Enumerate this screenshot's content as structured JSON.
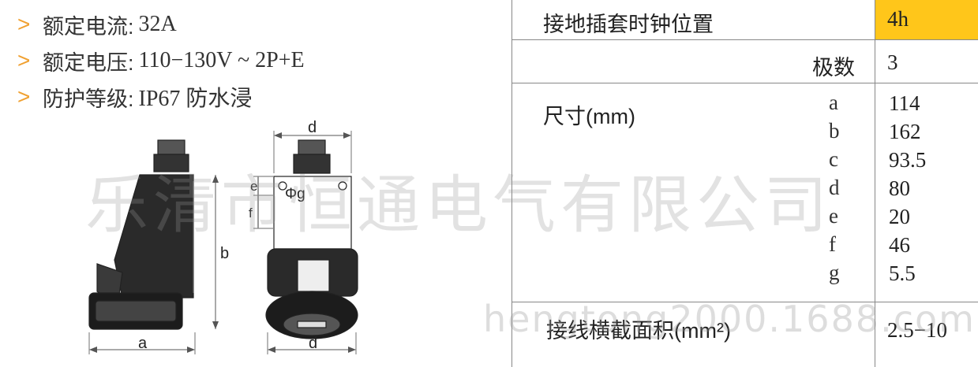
{
  "specs": [
    {
      "arrow": ">",
      "label": "额定电流:",
      "value": "32A"
    },
    {
      "arrow": ">",
      "label": "额定电压:",
      "value": "110−130V ~ 2P+E"
    },
    {
      "arrow": ">",
      "label": "防护等级:",
      "value": "IP67 防水浸"
    }
  ],
  "drawing_labels": {
    "d_top": "d",
    "phi_g": "Φg",
    "e": "e",
    "f": "f",
    "b": "b",
    "a": "a",
    "d_bottom": "d"
  },
  "table": {
    "earth_label": "接地插套时钟位置",
    "earth_value": "4h",
    "poles_label": "极数",
    "poles_value": "3",
    "dimension_label": "尺寸(mm)",
    "dimensions": [
      {
        "key": "a",
        "value": "114"
      },
      {
        "key": "b",
        "value": "162"
      },
      {
        "key": "c",
        "value": "93.5"
      },
      {
        "key": "d",
        "value": "80"
      },
      {
        "key": "e",
        "value": "20"
      },
      {
        "key": "f",
        "value": "46"
      },
      {
        "key": "g",
        "value": "5.5"
      }
    ],
    "cross_section_label": "接线横截面积(mm²)",
    "cross_section_value": "2.5−10"
  },
  "watermark": "乐清市恒通电气有限公司",
  "watermark_url": "hengtong2000.1688.com",
  "colors": {
    "accent_arrow": "#f0a030",
    "highlight": "#ffc61a"
  }
}
